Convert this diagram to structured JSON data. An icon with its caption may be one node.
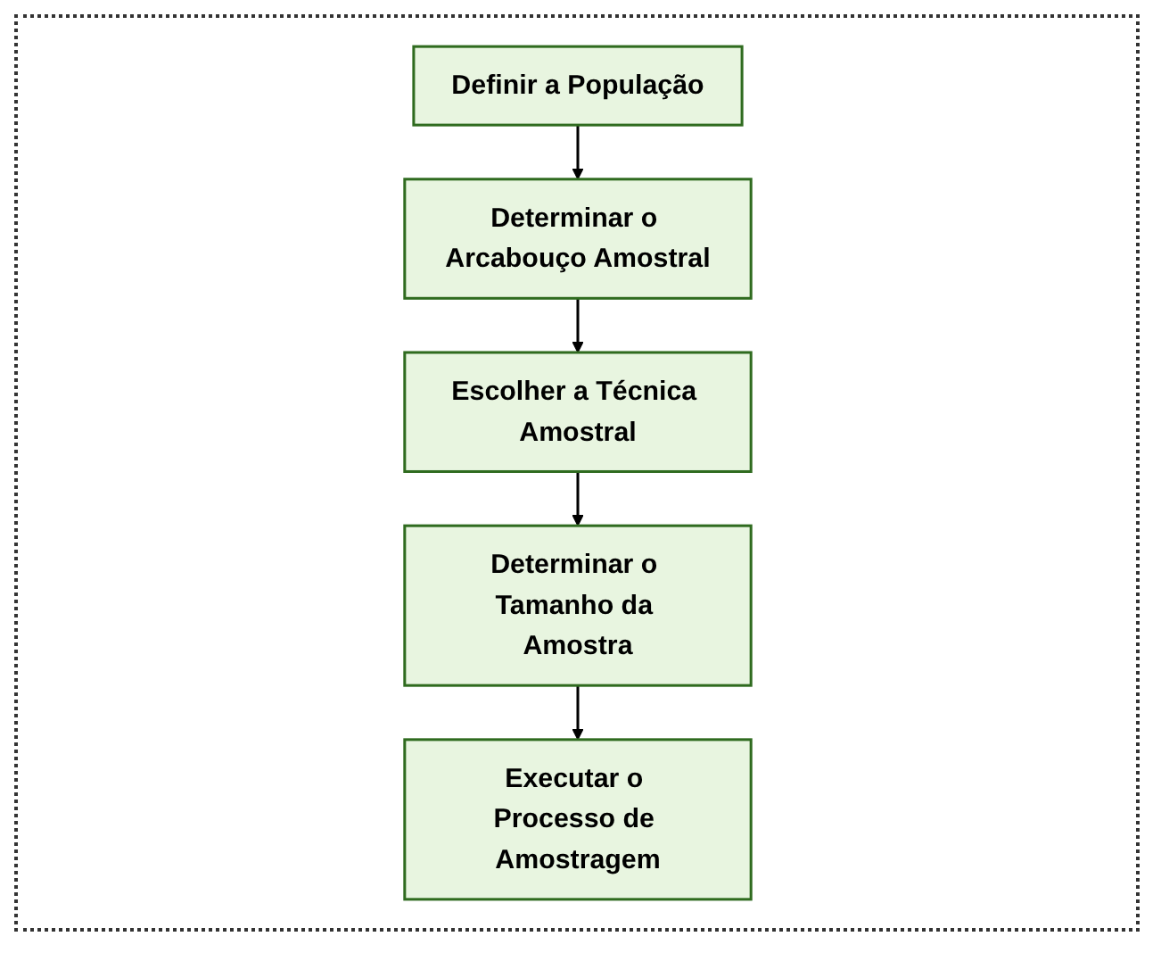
{
  "diagram": {
    "nodes": [
      {
        "text": [
          "Definir a População"
        ]
      },
      {
        "text": [
          "Determinar o Arcabouço Amostral"
        ]
      },
      {
        "text": [
          "Escolher a Técnica Amostral"
        ]
      },
      {
        "text": [
          "Determinar o Tamanho da Amostra"
        ]
      },
      {
        "text": [
          "Executar o Processo de Amostragem"
        ]
      }
    ],
    "edges": [
      {
        "from": 0,
        "to": 1,
        "arrow": "to"
      },
      {
        "from": 1,
        "to": 2,
        "arrow": "to"
      },
      {
        "from": 2,
        "to": 3,
        "arrow": "to"
      },
      {
        "from": 3,
        "to": 4,
        "arrow": "to"
      }
    ]
  }
}
